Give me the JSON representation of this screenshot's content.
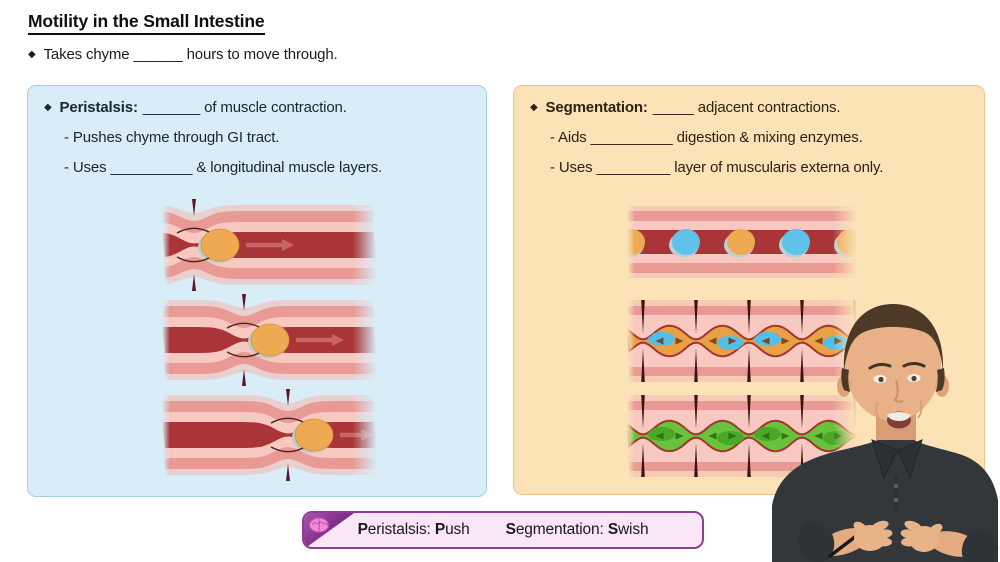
{
  "header": {
    "title": "Motility in the Small Intestine",
    "intro_bullet": "◆",
    "intro_text": "Takes chyme ______ hours to move through."
  },
  "peristalsis": {
    "bullet": "◆",
    "term": "Peristalsis:",
    "definition": "_______ of muscle contraction.",
    "point1": "- Pushes chyme through GI tract.",
    "point2": "- Uses __________ & longitudinal muscle layers."
  },
  "segmentation": {
    "bullet": "◆",
    "term": "Segmentation:",
    "definition": "_____ adjacent contractions.",
    "point1": "- Aids __________ digestion & mixing enzymes.",
    "point2": "- Uses _________ layer of muscularis externa only."
  },
  "mnemonic": {
    "icon": "brain-icon",
    "peristalsis_initial": "P",
    "peristalsis_rest": "eristalsis: ",
    "push_initial": "P",
    "push_rest": "ush",
    "segmentation_initial": "S",
    "segmentation_rest": "egmentation: ",
    "swish_initial": "S",
    "swish_rest": "wish"
  },
  "colors": {
    "peristalsis_panel_bg": "#d8edf8",
    "peristalsis_panel_border": "#a5cfe4",
    "segmentation_panel_bg": "#fbe2b7",
    "segmentation_panel_border": "#eec488",
    "mnemonic_bg": "#f9e7f8",
    "mnemonic_border": "#8e3d92",
    "tube_wall_outer": "#ea9a94",
    "tube_wall_inner": "#f7c9c1",
    "tube_lumen": "#a93539",
    "bolus_orange": "#edaa52",
    "bolus_blue": "#5fc2e9",
    "mixed_green": "#69c13c"
  }
}
